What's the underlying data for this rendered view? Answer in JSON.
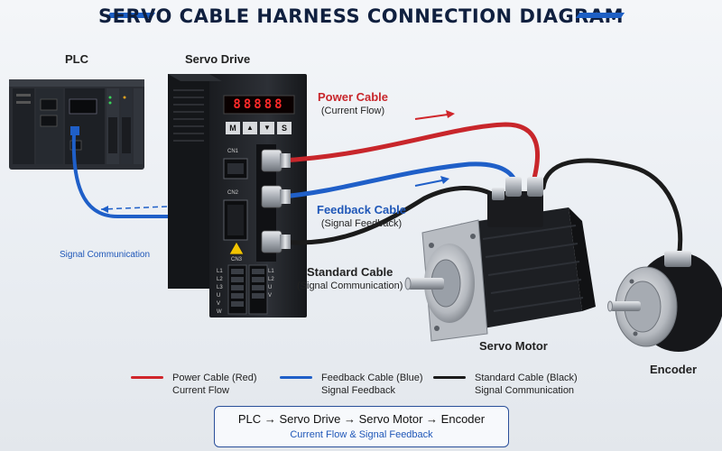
{
  "header": {
    "title": "SERVO CABLE HARNESS CONNECTION DIAGRAM"
  },
  "components": {
    "plc": "PLC",
    "servo_drive": "Servo Drive",
    "servo_motor": "Servo Motor",
    "encoder": "Encoder"
  },
  "drive_panel": {
    "display": "88888",
    "buttons": [
      "M",
      "▲",
      "▼",
      "S"
    ],
    "ports": [
      "CN1",
      "CN2",
      "CN3"
    ],
    "terminals_left": [
      "L1",
      "L2",
      "L3",
      "U",
      "V",
      "W"
    ],
    "terminals_right": [
      "L1",
      "L2",
      "U",
      "V"
    ]
  },
  "cables": {
    "power": {
      "name": "Power Cable",
      "desc": "(Current Flow)",
      "color": "#d0262b"
    },
    "feedback": {
      "name": "Feedback Cable",
      "desc": "(Signal Feedback)",
      "color": "#1f5fc8"
    },
    "standard": {
      "name": "Standard Cable",
      "desc": "(Signal Communication)",
      "color": "#1b1b1b"
    }
  },
  "signal_label": "Signal Communication",
  "legend": [
    {
      "line1": "Power Cable (Red)",
      "line2": "Current Flow",
      "color": "#d0262b"
    },
    {
      "line1": "Feedback Cable (Blue)",
      "line2": "Signal Feedback",
      "color": "#1f5fc8"
    },
    {
      "line1": "Standard Cable (Black)",
      "line2": "Signal Communication",
      "color": "#1b1b1b"
    }
  ],
  "flow": {
    "steps": [
      "PLC",
      "Servo Drive",
      "Servo Motor",
      "Encoder"
    ],
    "arrow": "→",
    "subtitle": "Current Flow & Signal Feedback"
  }
}
